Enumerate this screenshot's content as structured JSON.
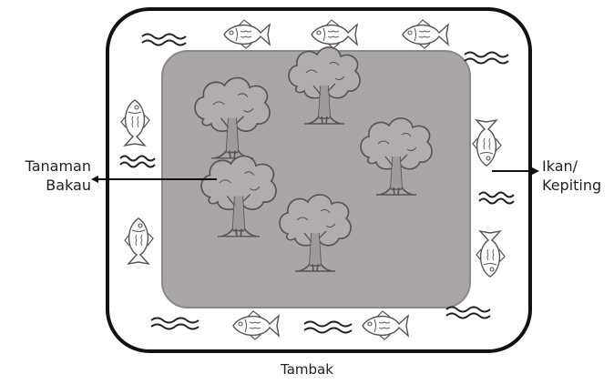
{
  "labels": {
    "left_line1": "Tanaman",
    "left_line2": "Bakau",
    "right_line1": "Ikan/",
    "right_line2": "Kepiting",
    "bottom": "Tambak"
  },
  "colors": {
    "pond_border": "#111111",
    "mangrove_area": "#a9a6a5",
    "mangrove_border": "#8a8888",
    "drawing_stroke": "#555555",
    "wave_stroke": "#222222",
    "arrow": "#111111"
  },
  "icons": {
    "tree": "mangrove-tree-icon",
    "fish": "fish-icon",
    "wave": "water-wave-icon"
  }
}
